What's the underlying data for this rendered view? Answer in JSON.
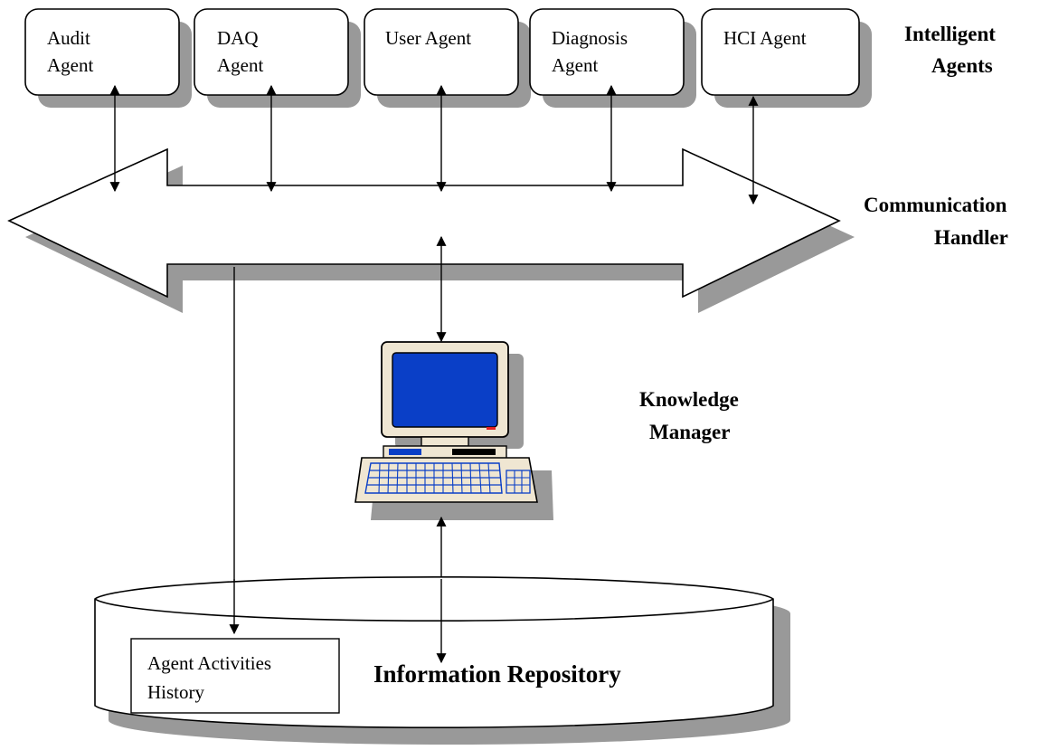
{
  "agents": [
    {
      "line1": "Audit",
      "line2": "Agent"
    },
    {
      "line1": "DAQ",
      "line2": "Agent"
    },
    {
      "line1": "User Agent",
      "line2": ""
    },
    {
      "line1": "Diagnosis",
      "line2": "Agent"
    },
    {
      "line1": "HCI Agent",
      "line2": ""
    }
  ],
  "labels": {
    "intelligent_agents_1": "Intelligent",
    "intelligent_agents_2": "Agents",
    "communication_handler_1": "Communication",
    "communication_handler_2": "Handler",
    "knowledge_manager_1": "Knowledge",
    "knowledge_manager_2": "Manager",
    "information_repository": "Information Repository",
    "agent_activities_1": "Agent Activities",
    "agent_activities_2": "History"
  },
  "colors": {
    "shadow": "#999999",
    "screen": "#0a3fc7",
    "computer_body": "#efe6d2",
    "led": "#e22222"
  }
}
